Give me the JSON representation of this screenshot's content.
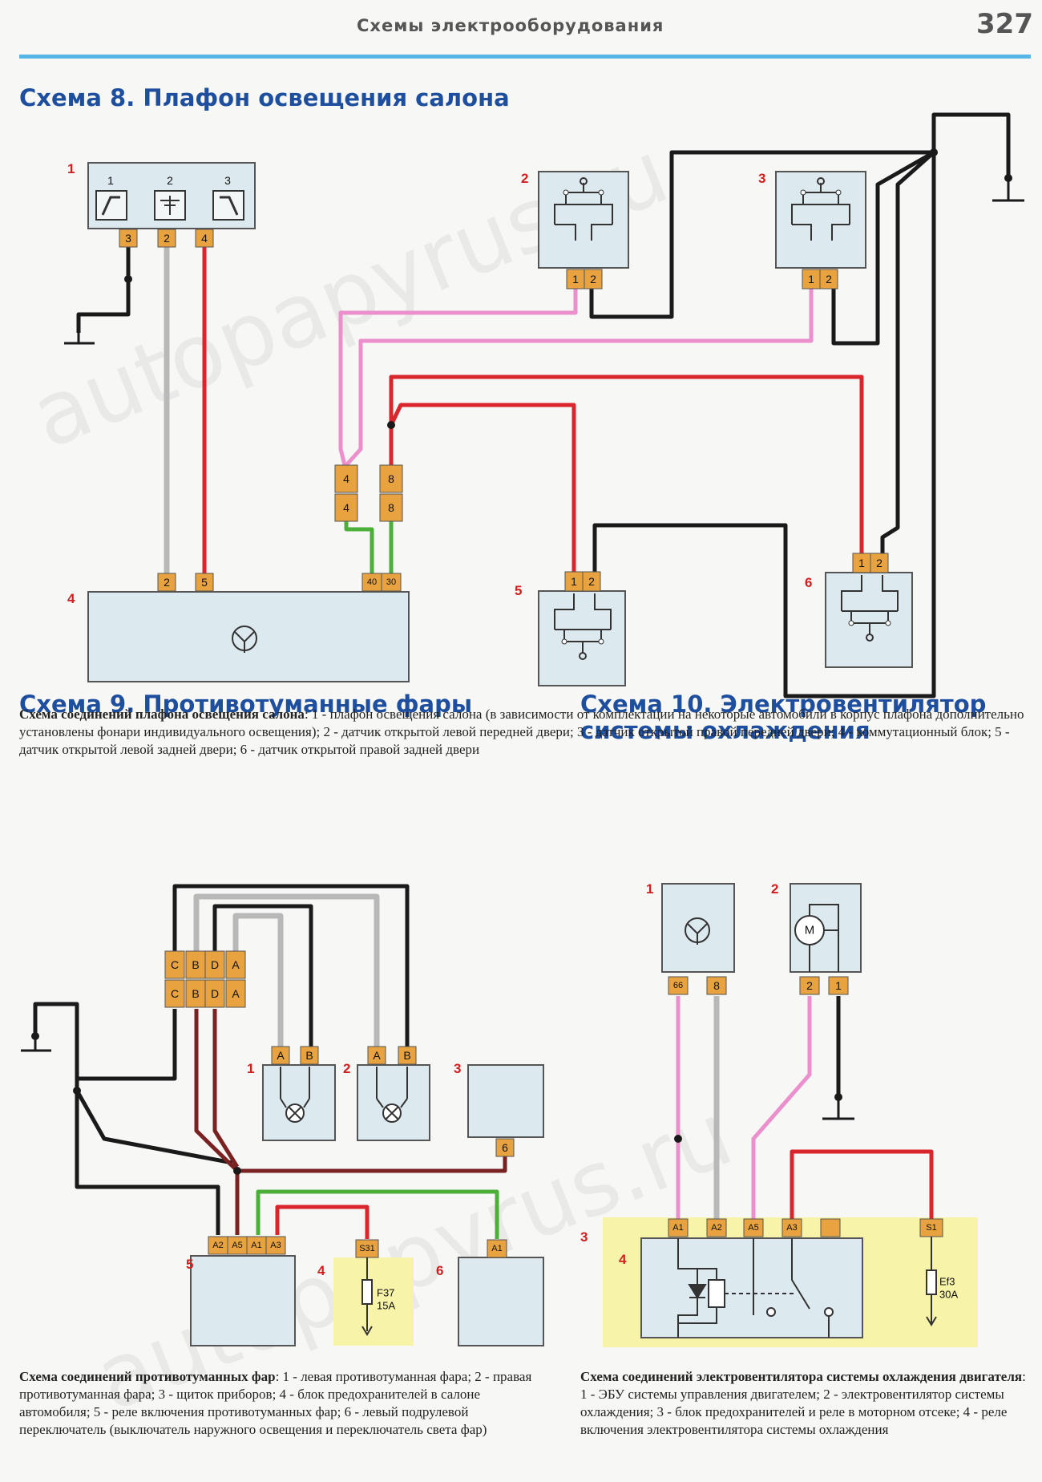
{
  "header": {
    "title": "Схемы электрооборудования",
    "page": "327"
  },
  "schema8": {
    "title": "Схема 8. Плафон освещения салона",
    "caption_bold": "Схема соединений плафона освещения салона",
    "caption_text": ": 1 - плафон освещения салона (в зависимости от комплектации на некоторые автомобили в корпус плафона дополнительно установлены фонари индивидуального освещения); 2 - датчик открытой левой передней двери; 3 - датчик открытой правой передней двери; 4 - коммутационный блок; 5 - датчик открытой левой задней двери; 6 - датчик открытой правой задней двери",
    "labels": {
      "c1": "1",
      "c2": "2",
      "c3": "3",
      "c4": "4",
      "c5": "5",
      "c6": "6"
    },
    "lamp_positions": {
      "p1": "1",
      "p2": "2",
      "p3": "3"
    },
    "pins": {
      "lamp": [
        "3",
        "2",
        "4"
      ],
      "block": [
        "2",
        "5",
        "40",
        "30"
      ],
      "sw": [
        "1",
        "2"
      ],
      "conn_a": [
        "4",
        "4"
      ],
      "conn_b": [
        "8",
        "8"
      ]
    }
  },
  "schema9": {
    "title": "Схема 9. Противотуманные фары",
    "caption_bold": "Схема соединений противотуманных фар",
    "caption_text": ": 1 - левая противотуманная фара; 2 - правая противотуманная фара; 3 - щиток приборов; 4 - блок предохранителей в салоне автомобиля; 5 - реле включения противотуманных фар; 6 - левый подрулевой переключатель (выключатель наружного освещения и переключатель света фар)",
    "labels": {
      "c1": "1",
      "c2": "2",
      "c3": "3",
      "c4": "4",
      "c5": "5",
      "c6": "6"
    },
    "pins": {
      "connector": [
        "C",
        "B",
        "D",
        "A"
      ],
      "lamp": [
        "A",
        "B"
      ],
      "panel": "6",
      "relay": [
        "A2",
        "A5",
        "A1",
        "A3"
      ],
      "fuse_in": "S31",
      "sw": "A1"
    },
    "fuse": {
      "name": "F37",
      "rating": "15A"
    }
  },
  "schema10": {
    "title_line1": "Схема 10. Электровентилятор",
    "title_line2": "системы охлаждения",
    "caption_bold": "Схема соединений электровентилятора системы охлаждения двигателя",
    "caption_text": ": 1 - ЭБУ системы управления двигателем; 2 - электровентилятор системы охлаждения; 3 - блок предохранителей и реле в моторном отсеке; 4 - реле включения электровентилятора системы охлаждения",
    "labels": {
      "c1": "1",
      "c2": "2",
      "c3": "3",
      "c4": "4"
    },
    "pins": {
      "ecu": [
        "66",
        "8"
      ],
      "fan": [
        "2",
        "1"
      ],
      "relay": [
        "A1",
        "A2",
        "A5",
        "A3"
      ],
      "fuse_in": "S1"
    },
    "motor": "M",
    "fuse": {
      "name": "Ef3",
      "rating": "30A"
    }
  },
  "watermark": "autopapyrus.ru",
  "colors": {
    "title": "#1e4e9e",
    "accent_line": "#55b6e6",
    "label": "#d21e1e",
    "pin": "#e8a340",
    "box": "#dce9ef",
    "fuse_block": "#f7f3a8",
    "wire_red": "#d8262c",
    "wire_pink": "#ec8fcd",
    "wire_green": "#4caf3a",
    "wire_black": "#1a1a1a",
    "wire_brown": "#7a2222",
    "wire_gray": "#b8b8b8"
  }
}
